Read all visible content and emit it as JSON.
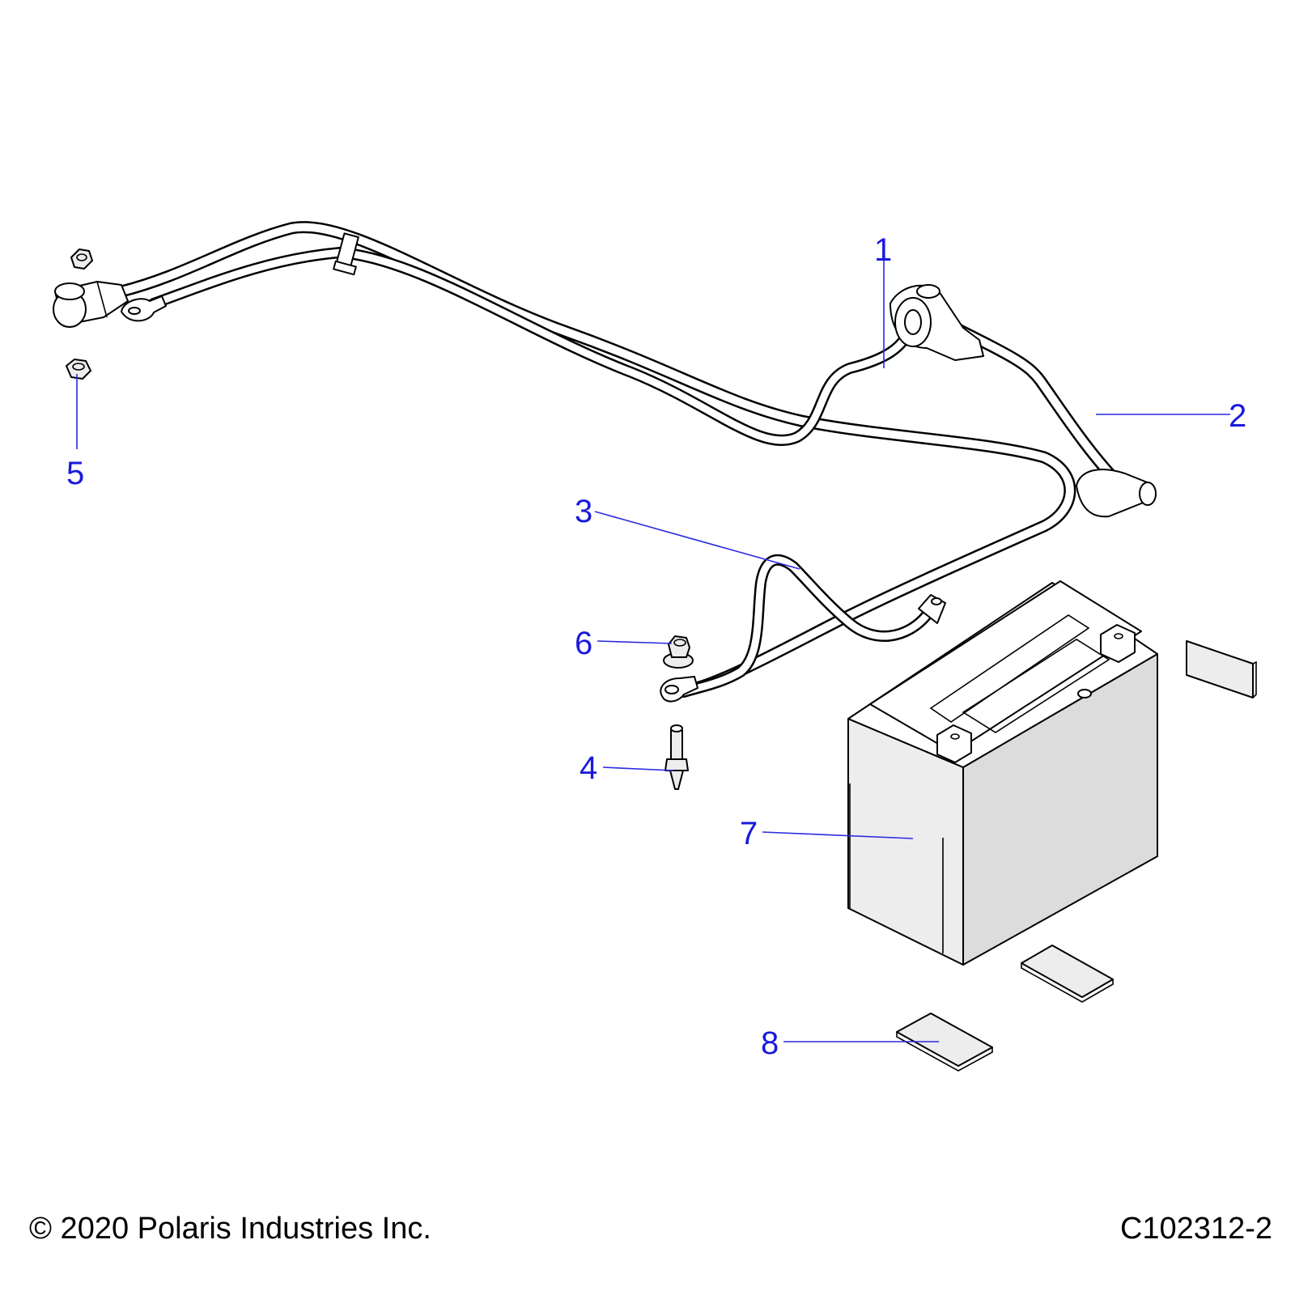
{
  "callouts": [
    {
      "id": "1",
      "label": "1"
    },
    {
      "id": "2",
      "label": "2"
    },
    {
      "id": "3",
      "label": "3"
    },
    {
      "id": "4",
      "label": "4"
    },
    {
      "id": "5",
      "label": "5"
    },
    {
      "id": "6",
      "label": "6"
    },
    {
      "id": "7",
      "label": "7"
    },
    {
      "id": "8",
      "label": "8"
    }
  ],
  "footer": {
    "copyright": "© 2020 Polaris Industries Inc.",
    "drawing_number": "C102312-2"
  },
  "colors": {
    "callout_blue": "#1a1adc",
    "line_black": "#000000",
    "part_fill": "#ededed"
  }
}
